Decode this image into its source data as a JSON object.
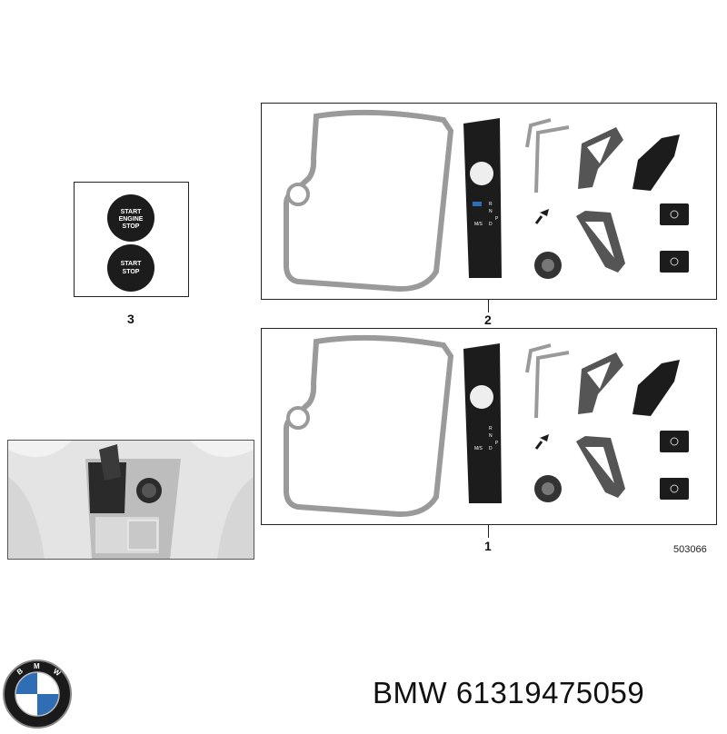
{
  "callouts": {
    "group_3": "3",
    "group_2": "2",
    "group_1": "1"
  },
  "buttons": {
    "start_engine_stop": [
      "START",
      "ENGINE",
      "STOP"
    ],
    "start_stop": [
      "START",
      "STOP"
    ]
  },
  "gear_indicator": {
    "r": "R",
    "n": "N",
    "d": "D",
    "p": "P",
    "ms": "M/S",
    "sport_badge": "M"
  },
  "diagram_reference": "503066",
  "footer": {
    "brand": "BMW",
    "part_number": "61319475059",
    "logo_text": "BMW"
  },
  "colors": {
    "frame_gray": "#9a9a9a",
    "part_dark": "#1c1c1c",
    "part_mid": "#555555",
    "logo_blue": "#2f6db5",
    "logo_ring": "#1a1a1a"
  }
}
